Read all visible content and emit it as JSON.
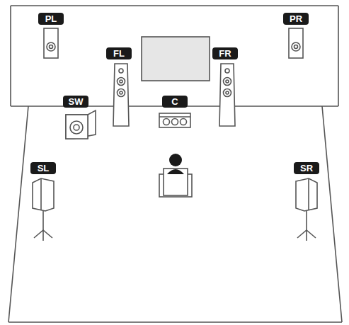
{
  "diagram": {
    "nodes": [
      {
        "text": [
          "PL"
        ]
      },
      {
        "text": [
          "PR"
        ]
      },
      {
        "text": [
          "FL"
        ]
      },
      {
        "text": [
          "FR"
        ]
      },
      {
        "text": [
          "SW"
        ]
      },
      {
        "text": [
          "C"
        ]
      },
      {
        "text": [
          "SL"
        ]
      },
      {
        "text": [
          "SR"
        ]
      }
    ]
  }
}
